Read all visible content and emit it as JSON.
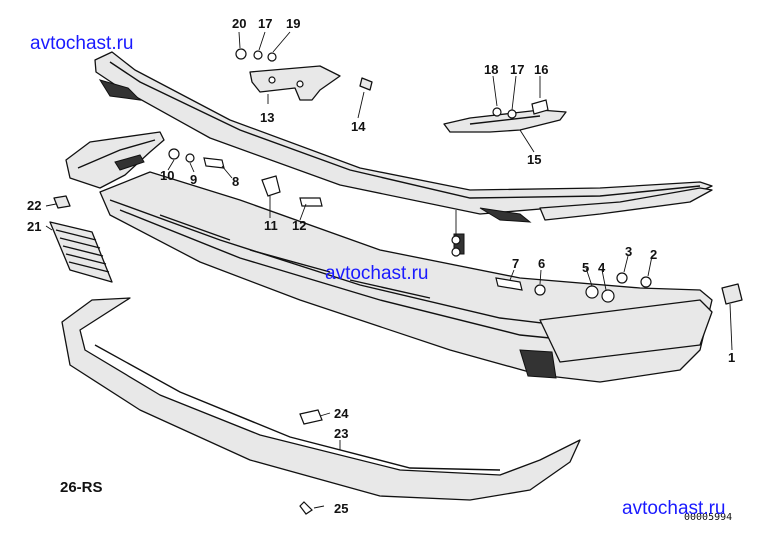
{
  "watermarks": [
    "avtochast.ru",
    "avtochast.ru",
    "avtochast.ru"
  ],
  "catalog_label": "26-RS",
  "image_code": "00005994",
  "callouts": [
    "20",
    "17",
    "19",
    "18",
    "17",
    "16",
    "13",
    "14",
    "15",
    "10",
    "9",
    "8",
    "22",
    "21",
    "11",
    "12",
    "7",
    "6",
    "5",
    "4",
    "3",
    "2",
    "1",
    "24",
    "23",
    "25"
  ]
}
